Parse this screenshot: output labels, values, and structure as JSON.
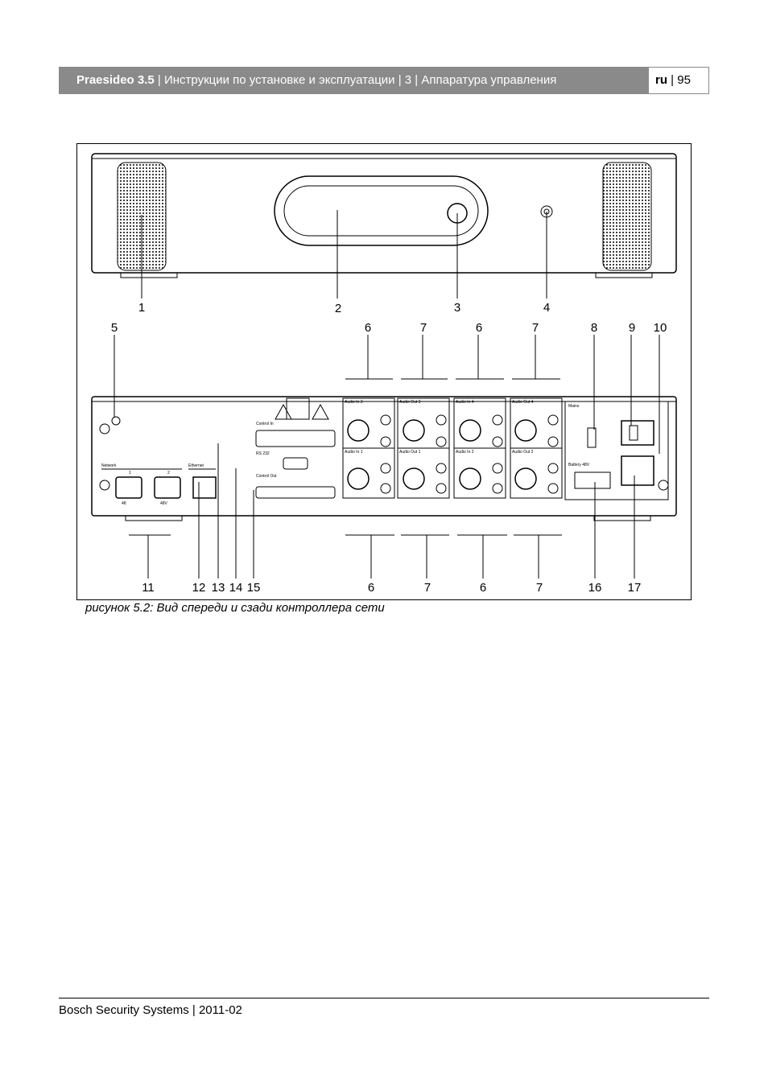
{
  "header": {
    "product": "Praesideo 3.5",
    "rest": " | Инструкции по установке и эксплуатации | 3 | Аппаратура управления",
    "lang": "ru",
    "page": " | 95"
  },
  "figure": {
    "front_callouts": [
      "1",
      "2",
      "3",
      "4"
    ],
    "rear_top_callouts": [
      "5",
      "6",
      "7",
      "6",
      "7",
      "8",
      "9",
      "10"
    ],
    "rear_bottom_callouts": [
      "11",
      "12",
      "13",
      "14",
      "15",
      "6",
      "7",
      "6",
      "7",
      "16",
      "17"
    ],
    "panel_labels": {
      "network": "Network",
      "ethernet": "Ethernet",
      "control_in": "Control In",
      "rs232": "RS 232",
      "control_out": "Control Out",
      "audio_in_3": "Audio In 3",
      "audio_out_3": "Audio Out 3",
      "audio_in_4": "Audio In 4",
      "audio_out_4": "Audio Out 4",
      "audio_in_1": "Audio In 1",
      "audio_out_1": "Audio Out 1",
      "audio_in_2": "Audio In 2",
      "audio_out_2": "Audio Out 2",
      "mains": "Mains",
      "battery": "Battery 48V",
      "port_1": "1",
      "port_2": "2",
      "v48_1": "48",
      "v48_2": "48V"
    }
  },
  "caption": "рисунок 5.2: Вид спереди и сзади контроллера сети",
  "footer": "Bosch Security Systems | 2011-02"
}
